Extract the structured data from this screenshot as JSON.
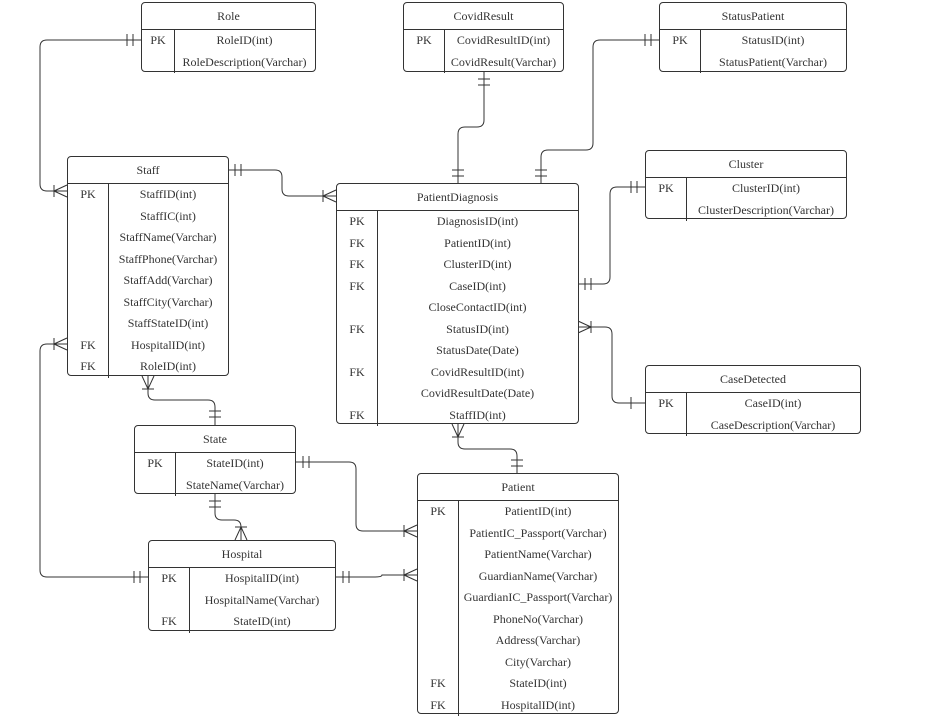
{
  "colors": {
    "line": "#333333",
    "background": "#ffffff"
  },
  "entities": {
    "role": {
      "title": "Role",
      "rows": [
        {
          "key": "PK",
          "attr": "RoleID(int)"
        },
        {
          "key": "",
          "attr": "RoleDescription(Varchar)"
        }
      ]
    },
    "covidresult": {
      "title": "CovidResult",
      "rows": [
        {
          "key": "PK",
          "attr": "CovidResultID(int)"
        },
        {
          "key": "",
          "attr": "CovidResult(Varchar)"
        }
      ]
    },
    "statuspatient": {
      "title": "StatusPatient",
      "rows": [
        {
          "key": "PK",
          "attr": "StatusID(int)"
        },
        {
          "key": "",
          "attr": "StatusPatient(Varchar)"
        }
      ]
    },
    "cluster": {
      "title": "Cluster",
      "rows": [
        {
          "key": "PK",
          "attr": "ClusterID(int)"
        },
        {
          "key": "",
          "attr": "ClusterDescription(Varchar)"
        }
      ]
    },
    "staff": {
      "title": "Staff",
      "rows": [
        {
          "key": "PK",
          "attr": "StaffID(int)"
        },
        {
          "key": "",
          "attr": "StaffIC(int)"
        },
        {
          "key": "",
          "attr": "StaffName(Varchar)"
        },
        {
          "key": "",
          "attr": "StaffPhone(Varchar)"
        },
        {
          "key": "",
          "attr": "StaffAdd(Varchar)"
        },
        {
          "key": "",
          "attr": "StaffCity(Varchar)"
        },
        {
          "key": "",
          "attr": "StaffStateID(int)"
        },
        {
          "key": "FK",
          "attr": "HospitalID(int)"
        },
        {
          "key": "FK",
          "attr": "RoleID(int)"
        }
      ]
    },
    "patientdiagnosis": {
      "title": "PatientDiagnosis",
      "rows": [
        {
          "key": "PK",
          "attr": "DiagnosisID(int)"
        },
        {
          "key": "FK",
          "attr": "PatientID(int)"
        },
        {
          "key": "FK",
          "attr": "ClusterID(int)"
        },
        {
          "key": "FK",
          "attr": "CaseID(int)"
        },
        {
          "key": "",
          "attr": "CloseContactID(int)"
        },
        {
          "key": "FK",
          "attr": "StatusID(int)"
        },
        {
          "key": "",
          "attr": "StatusDate(Date)"
        },
        {
          "key": "FK",
          "attr": "CovidResultID(int)"
        },
        {
          "key": "",
          "attr": "CovidResultDate(Date)"
        },
        {
          "key": "FK",
          "attr": "StaffID(int)"
        }
      ]
    },
    "casedetected": {
      "title": "CaseDetected",
      "rows": [
        {
          "key": "PK",
          "attr": "CaseID(int)"
        },
        {
          "key": "",
          "attr": "CaseDescription(Varchar)"
        }
      ]
    },
    "state": {
      "title": "State",
      "rows": [
        {
          "key": "PK",
          "attr": "StateID(int)"
        },
        {
          "key": "",
          "attr": "StateName(Varchar)"
        }
      ]
    },
    "hospital": {
      "title": "Hospital",
      "rows": [
        {
          "key": "PK",
          "attr": "HospitalID(int)"
        },
        {
          "key": "",
          "attr": "HospitalName(Varchar)"
        },
        {
          "key": "FK",
          "attr": "StateID(int)"
        }
      ]
    },
    "patient": {
      "title": "Patient",
      "rows": [
        {
          "key": "PK",
          "attr": "PatientID(int)"
        },
        {
          "key": "",
          "attr": "PatientIC_Passport(Varchar)"
        },
        {
          "key": "",
          "attr": "PatientName(Varchar)"
        },
        {
          "key": "",
          "attr": "GuardianName(Varchar)"
        },
        {
          "key": "",
          "attr": "GuardianIC_Passport(Varchar)"
        },
        {
          "key": "",
          "attr": "PhoneNo(Varchar)"
        },
        {
          "key": "",
          "attr": "Address(Varchar)"
        },
        {
          "key": "",
          "attr": "City(Varchar)"
        },
        {
          "key": "FK",
          "attr": "StateID(int)"
        },
        {
          "key": "FK",
          "attr": "HospitalID(int)"
        }
      ]
    }
  }
}
